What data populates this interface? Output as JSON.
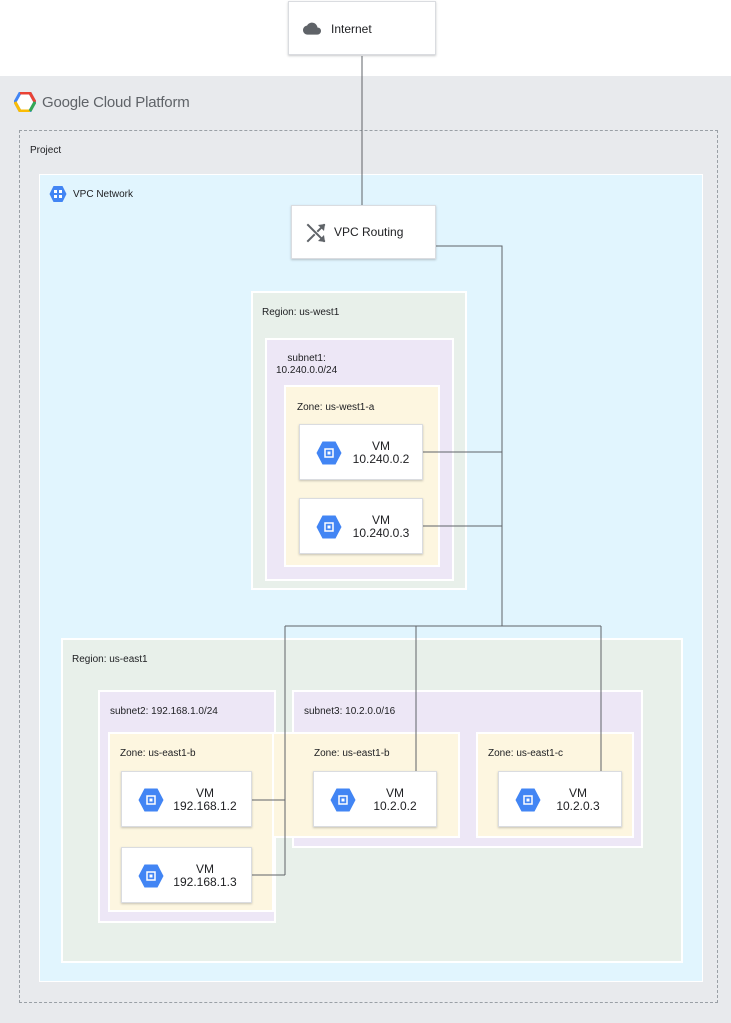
{
  "internet": {
    "label": "Internet",
    "icon": "cloud-icon"
  },
  "platform": {
    "title": "Google Cloud Platform",
    "logo": "gcp-hexagon-logo"
  },
  "project": {
    "label": "Project"
  },
  "vpc": {
    "label": "VPC Network",
    "icon": "vpc-network-icon"
  },
  "routing": {
    "label": "VPC Routing",
    "icon": "shuffle-icon"
  },
  "regions": [
    {
      "label": "Region: us-west1"
    },
    {
      "label": "Region: us-east1"
    }
  ],
  "subnets": [
    {
      "label": "subnet1:\n10.240.0.0/24"
    },
    {
      "label": "subnet2: 192.168.1.0/24"
    },
    {
      "label": "subnet3: 10.2.0.0/16"
    }
  ],
  "zones": [
    {
      "label": "Zone: us-west1-a"
    },
    {
      "label": "Zone: us-east1-b"
    },
    {
      "label": "Zone: us-east1-b"
    },
    {
      "label": "Zone: us-east1-c"
    }
  ],
  "vms": [
    {
      "name": "VM",
      "ip": "10.240.0.2"
    },
    {
      "name": "VM",
      "ip": "10.240.0.3"
    },
    {
      "name": "VM",
      "ip": "192.168.1.2"
    },
    {
      "name": "VM",
      "ip": "192.168.1.3"
    },
    {
      "name": "VM",
      "ip": "10.2.0.2"
    },
    {
      "name": "VM",
      "ip": "10.2.0.3"
    }
  ],
  "colors": {
    "vpc_bg": "#e1f5fe",
    "region_bg": "#e8f0ea",
    "subnet_bg": "#ede7f6",
    "zone_bg": "#fdf6e0",
    "compute_icon": "#4285f4",
    "connector": "#5f6368"
  }
}
